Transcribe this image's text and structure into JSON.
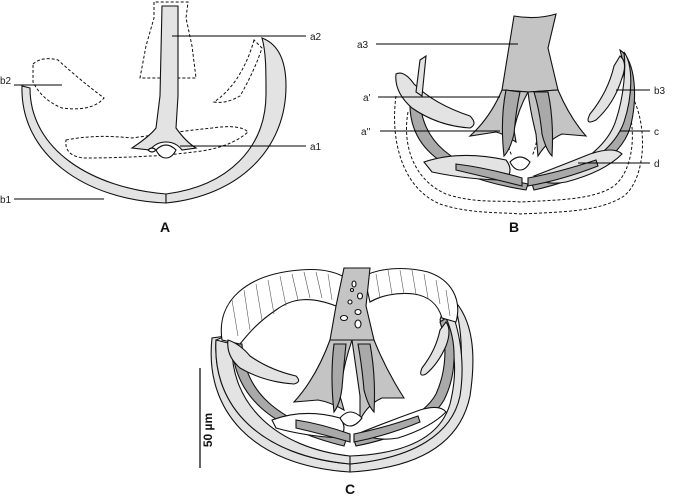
{
  "figure": {
    "panels": {
      "a": "A",
      "b": "B",
      "c": "C"
    },
    "labels_a": {
      "a2": "a2",
      "a1": "a1",
      "b2": "b2",
      "b1": "b1"
    },
    "labels_b": {
      "a3": "a3",
      "a_prime": "a'",
      "a_dprime": "a''",
      "b3": "b3",
      "c": "c",
      "d": "d"
    },
    "scale_bar": {
      "label": "50 µm"
    }
  },
  "colors": {
    "light_fill": "#e3e3e3",
    "mid_fill": "#c4c4c4",
    "dark_fill": "#a9a9a9",
    "outline": "#111111"
  }
}
